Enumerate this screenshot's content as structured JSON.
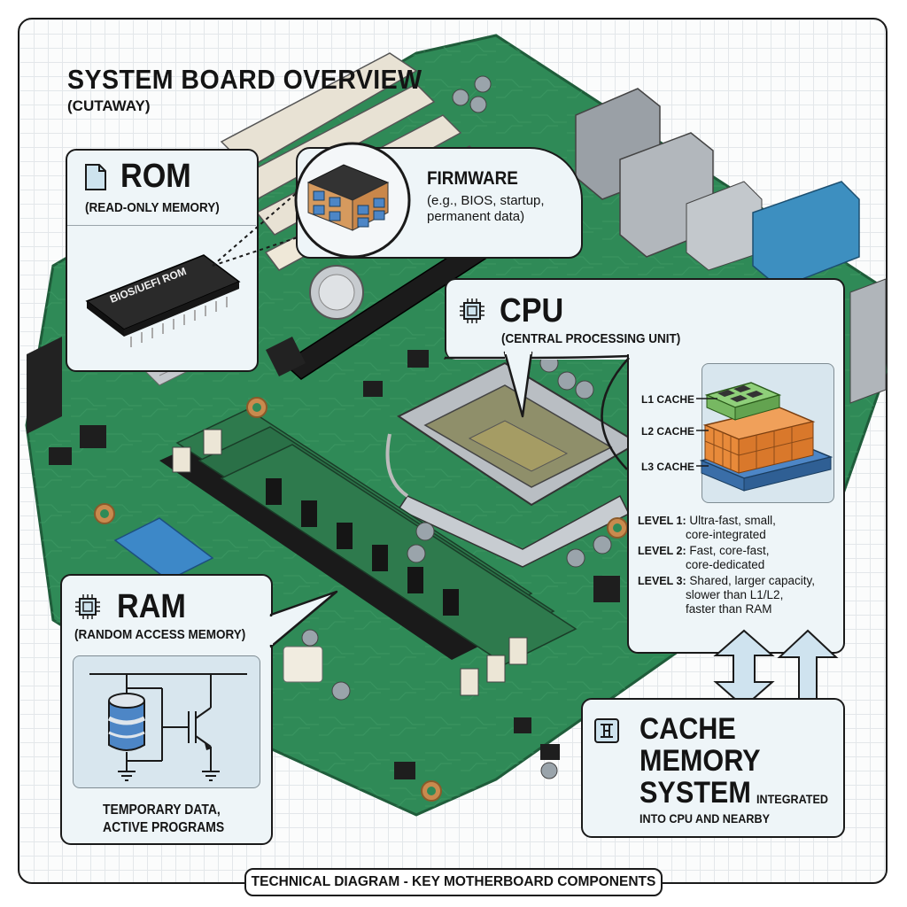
{
  "title": "SYSTEM BOARD OVERVIEW",
  "subtitle": "(CUTAWAY)",
  "rom": {
    "heading": "ROM",
    "full_name": "(READ-ONLY MEMORY)",
    "chip_label": "BIOS/UEFI ROM",
    "icon": "document-icon"
  },
  "firmware": {
    "heading": "FIRMWARE",
    "desc_line1": "(e.g., BIOS, startup,",
    "desc_line2": "permanent data)"
  },
  "cpu": {
    "heading": "CPU",
    "full_name": "(CENTRAL PROCESSING UNIT)",
    "icon": "chip-icon",
    "cache_labels": [
      "L1 CACHE",
      "L2 CACHE",
      "L3 CACHE"
    ],
    "levels": [
      {
        "label": "LEVEL 1:",
        "line1": "Ultra-fast, small,",
        "line2": "core-integrated",
        "line3": ""
      },
      {
        "label": "LEVEL 2:",
        "line1": "Fast, core-fast,",
        "line2": "core-dedicated",
        "line3": ""
      },
      {
        "label": "LEVEL 3:",
        "line1": "Shared, larger capacity,",
        "line2": "slower than L1/L2,",
        "line3": "faster than RAM"
      }
    ]
  },
  "ram": {
    "heading": "RAM",
    "full_name": "(RANDOM ACCESS MEMORY)",
    "icon": "chip-icon",
    "desc_line1": "TEMPORARY DATA,",
    "desc_line2": "ACTIVE PROGRAMS"
  },
  "cache": {
    "heading_line1": "CACHE",
    "heading_line2": "MEMORY",
    "heading_line3": "SYSTEM",
    "suffix": "INTEGRATED",
    "desc": "INTO CPU AND NEARBY",
    "icon": "cache-icon"
  },
  "footer": "TECHNICAL DIAGRAM - KEY MOTHERBOARD COMPONENTS",
  "colors": {
    "board": "#2f8a57",
    "panel": "#eef5f8",
    "l1": "#8fcf7a",
    "l2": "#e88a3a",
    "l3": "#4d86c6",
    "blue_port": "#3d88c8"
  }
}
